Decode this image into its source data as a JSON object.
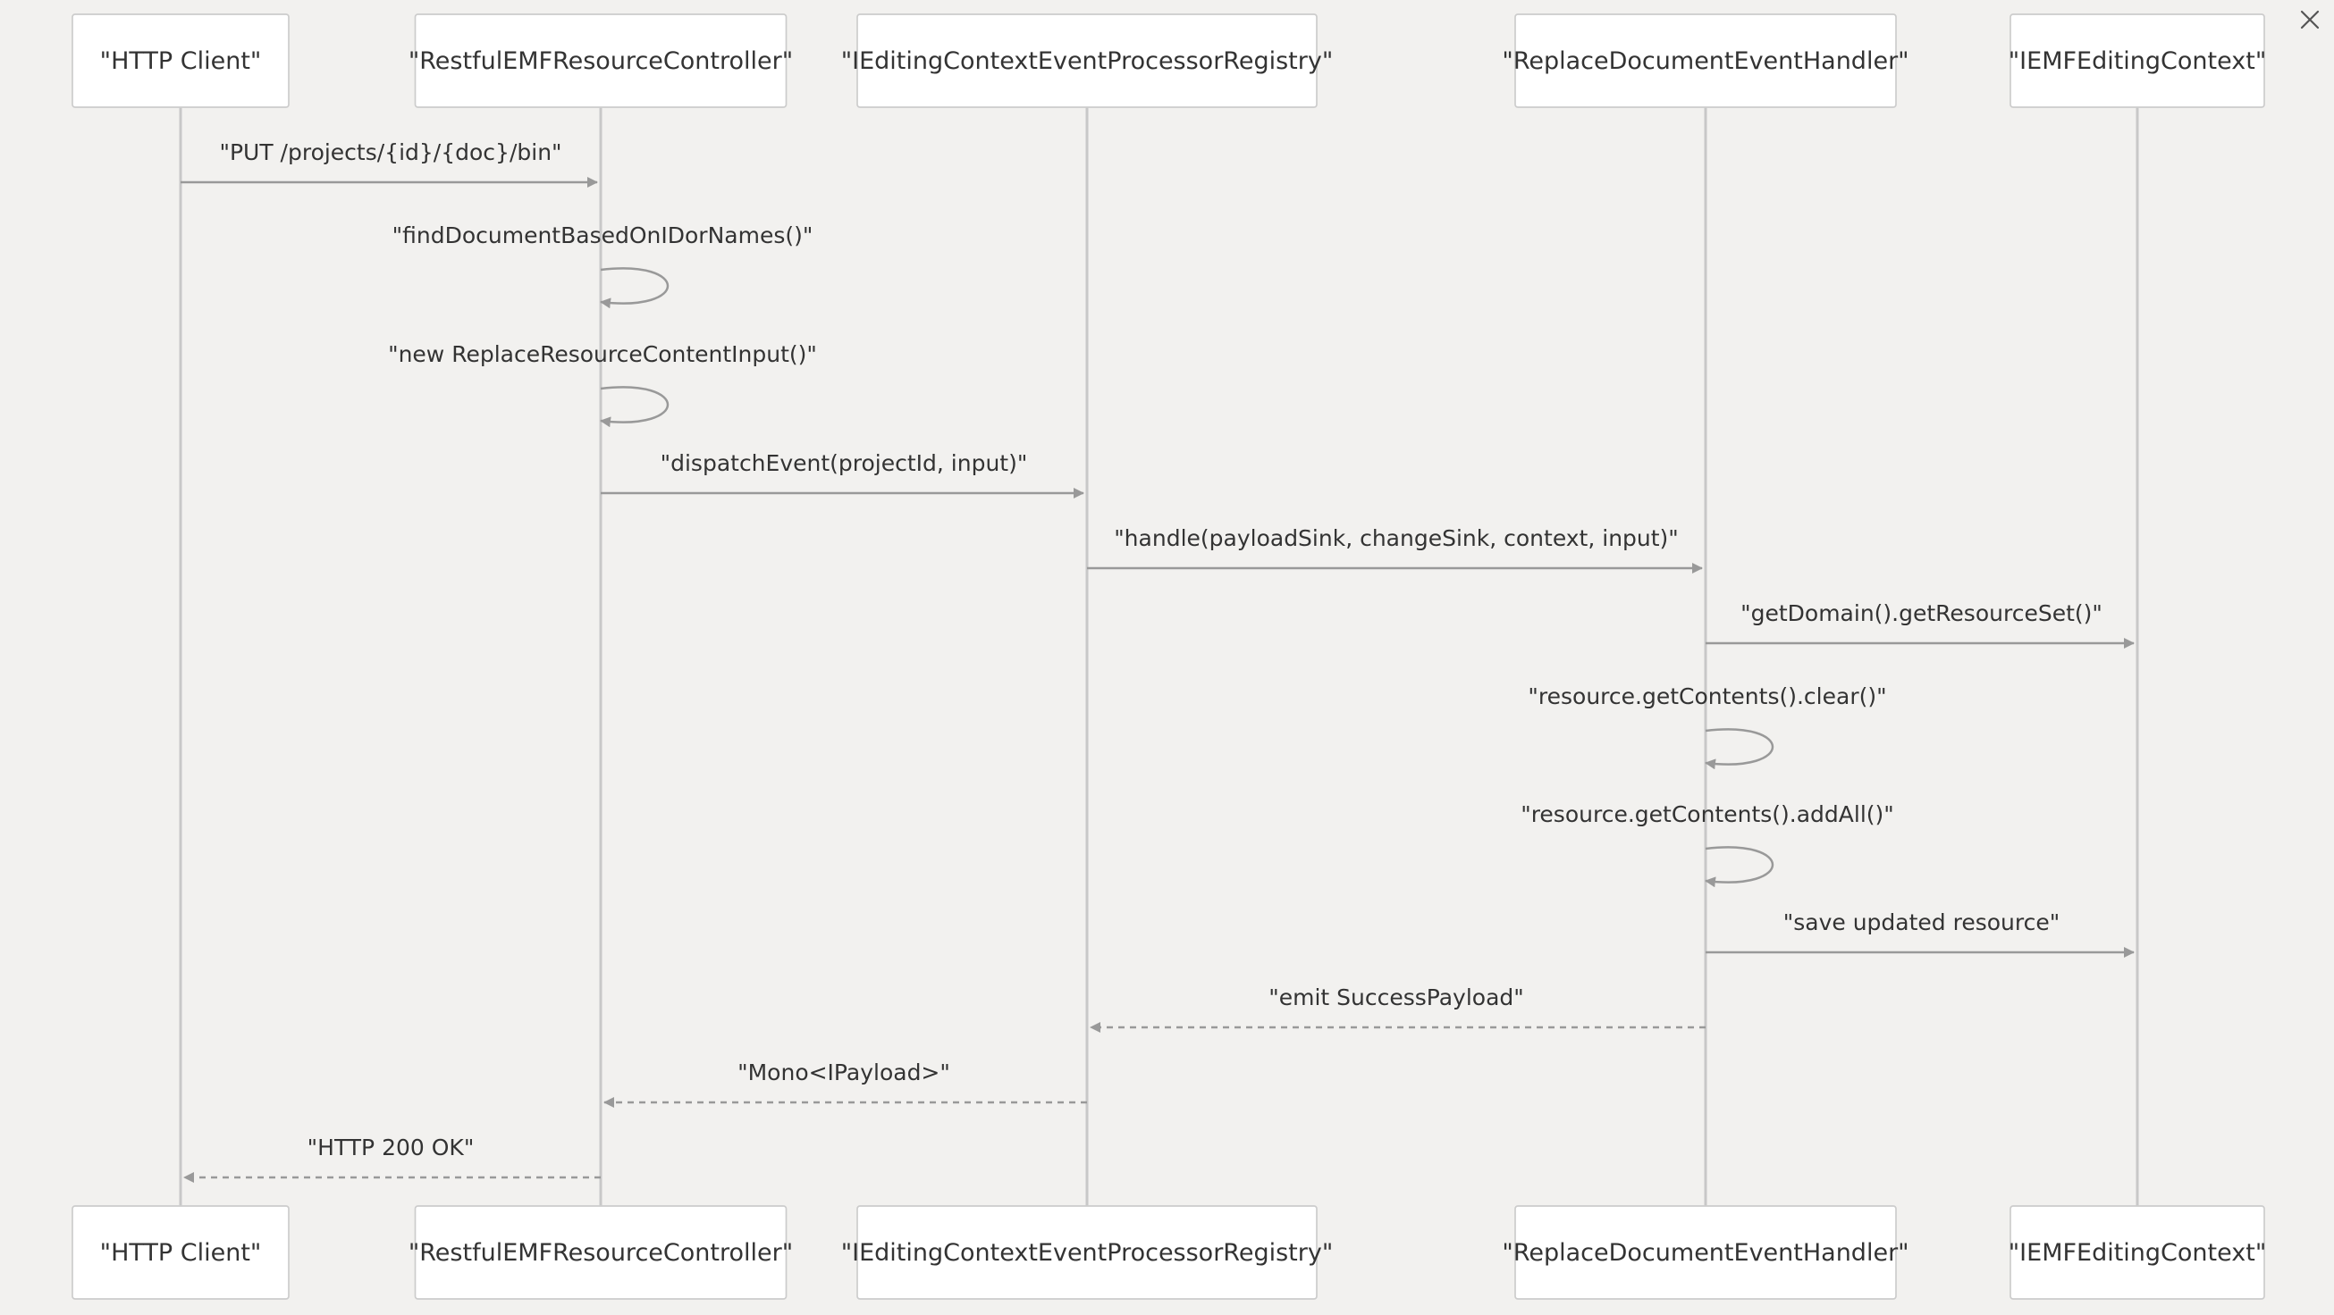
{
  "diagram": {
    "participants": [
      {
        "id": "client",
        "label": "\"HTTP Client\""
      },
      {
        "id": "controller",
        "label": "\"RestfulEMFResourceController\""
      },
      {
        "id": "registry",
        "label": "\"IEditingContextEventProcessorRegistry\""
      },
      {
        "id": "handler",
        "label": "\"ReplaceDocumentEventHandler\""
      },
      {
        "id": "context",
        "label": "\"IEMFEditingContext\""
      }
    ],
    "messages": [
      {
        "from": "client",
        "to": "controller",
        "label": "\"PUT /projects/{id}/{doc}/bin\"",
        "kind": "sync"
      },
      {
        "from": "controller",
        "to": "controller",
        "label": "\"findDocumentBasedOnIDorNames()\"",
        "kind": "self"
      },
      {
        "from": "controller",
        "to": "controller",
        "label": "\"new ReplaceResourceContentInput()\"",
        "kind": "self"
      },
      {
        "from": "controller",
        "to": "registry",
        "label": "\"dispatchEvent(projectId, input)\"",
        "kind": "sync"
      },
      {
        "from": "registry",
        "to": "handler",
        "label": "\"handle(payloadSink, changeSink, context, input)\"",
        "kind": "sync"
      },
      {
        "from": "handler",
        "to": "context",
        "label": "\"getDomain().getResourceSet()\"",
        "kind": "sync"
      },
      {
        "from": "handler",
        "to": "handler",
        "label": "\"resource.getContents().clear()\"",
        "kind": "self"
      },
      {
        "from": "handler",
        "to": "handler",
        "label": "\"resource.getContents().addAll()\"",
        "kind": "self"
      },
      {
        "from": "handler",
        "to": "context",
        "label": "\"save updated resource\"",
        "kind": "sync"
      },
      {
        "from": "handler",
        "to": "registry",
        "label": "\"emit SuccessPayload\"",
        "kind": "reply"
      },
      {
        "from": "registry",
        "to": "controller",
        "label": "\"Mono<IPayload>\"",
        "kind": "reply"
      },
      {
        "from": "controller",
        "to": "client",
        "label": "\"HTTP 200 OK\"",
        "kind": "reply"
      }
    ]
  },
  "window": {
    "close_icon": "close-icon"
  },
  "colors": {
    "background": "#f2f1ef",
    "box_fill": "#ffffff",
    "box_border": "#cccccc",
    "line": "#999999",
    "lifeline": "#c8c8c8",
    "text": "#333333"
  }
}
